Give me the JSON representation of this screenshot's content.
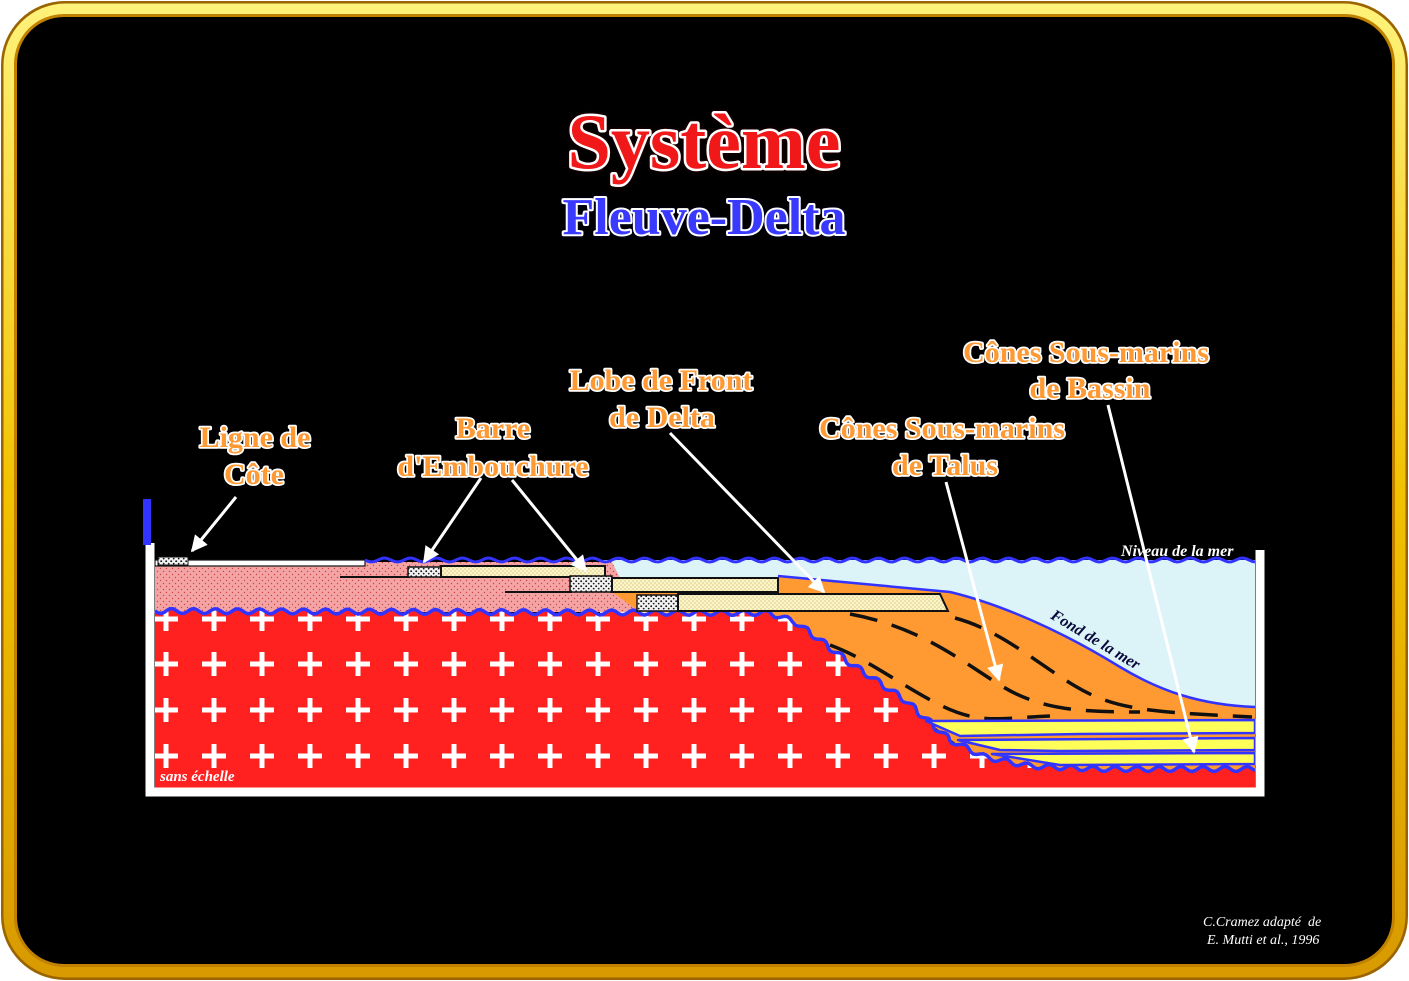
{
  "title": "Système",
  "subtitle": "Fleuve-Delta",
  "labels": {
    "coastline": {
      "line1": "Ligne de",
      "line2": "Côte"
    },
    "mouth_bar": {
      "line1": "Barre",
      "line2": "d'Embouchure"
    },
    "delta_front_lobe": {
      "line1": "Lobe de Front",
      "line2": "de Delta"
    },
    "slope_fans": {
      "line1": "Cônes Sous-marins",
      "line2": "de Talus"
    },
    "basin_fans": {
      "line1": "Cônes Sous-marins",
      "line2": "de Bassin"
    }
  },
  "sea_level_label": "Niveau de la mer",
  "sea_floor_label": "Fond de la mer",
  "scale_note": "sans échelle",
  "credit": {
    "line1": "C.Cramez adapté  de",
    "line2": "E. Mutti et al., 1996"
  },
  "colors": {
    "title": "#f01818",
    "subtitle": "#3a3aff",
    "label": "#ff9933",
    "frame_gold": "#f2c200",
    "basement": "#ff2020",
    "sediment": "#f4a4a4",
    "sea": "#dcf4f8",
    "prodelta": "#ff9a33",
    "basin_sand": "#ffff5a",
    "water_line": "#3333ff"
  }
}
